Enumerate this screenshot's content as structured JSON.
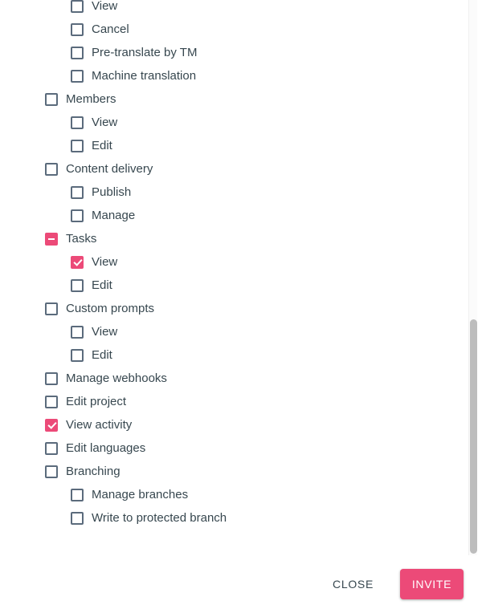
{
  "colors": {
    "accent": "#ec4a78",
    "label_text": "#37474f",
    "checkbox_border": "#5b6b7c",
    "scrollbar_thumb": "#bdbdbd"
  },
  "permissions": [
    {
      "label": "View",
      "level": 1,
      "state": "unchecked"
    },
    {
      "label": "Cancel",
      "level": 1,
      "state": "unchecked"
    },
    {
      "label": "Pre-translate by TM",
      "level": 1,
      "state": "unchecked"
    },
    {
      "label": "Machine translation",
      "level": 1,
      "state": "unchecked"
    },
    {
      "label": "Members",
      "level": 0,
      "state": "unchecked"
    },
    {
      "label": "View",
      "level": 1,
      "state": "unchecked"
    },
    {
      "label": "Edit",
      "level": 1,
      "state": "unchecked"
    },
    {
      "label": "Content delivery",
      "level": 0,
      "state": "unchecked"
    },
    {
      "label": "Publish",
      "level": 1,
      "state": "unchecked"
    },
    {
      "label": "Manage",
      "level": 1,
      "state": "unchecked"
    },
    {
      "label": "Tasks",
      "level": 0,
      "state": "indeterminate"
    },
    {
      "label": "View",
      "level": 1,
      "state": "checked"
    },
    {
      "label": "Edit",
      "level": 1,
      "state": "unchecked"
    },
    {
      "label": "Custom prompts",
      "level": 0,
      "state": "unchecked"
    },
    {
      "label": "View",
      "level": 1,
      "state": "unchecked"
    },
    {
      "label": "Edit",
      "level": 1,
      "state": "unchecked"
    },
    {
      "label": "Manage webhooks",
      "level": 0,
      "state": "unchecked"
    },
    {
      "label": "Edit project",
      "level": 0,
      "state": "unchecked"
    },
    {
      "label": "View activity",
      "level": 0,
      "state": "checked"
    },
    {
      "label": "Edit languages",
      "level": 0,
      "state": "unchecked"
    },
    {
      "label": "Branching",
      "level": 0,
      "state": "unchecked"
    },
    {
      "label": "Manage branches",
      "level": 1,
      "state": "unchecked"
    },
    {
      "label": "Write to protected branch",
      "level": 1,
      "state": "unchecked"
    }
  ],
  "footer": {
    "close_label": "CLOSE",
    "invite_label": "INVITE"
  }
}
